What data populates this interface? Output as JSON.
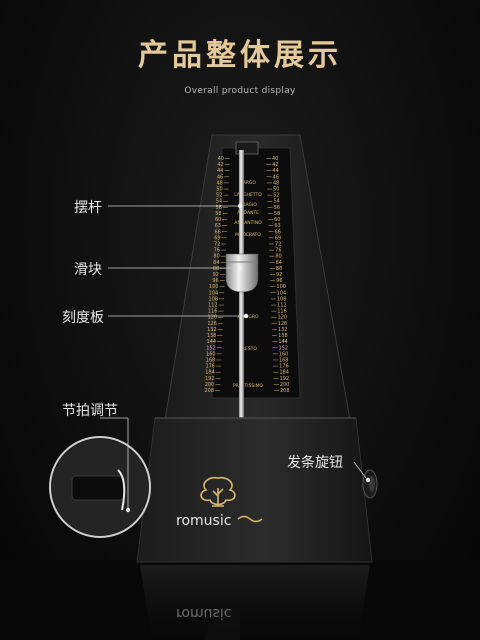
{
  "header": {
    "title": "产品整体展示",
    "subtitle": "Overall product display"
  },
  "callouts": {
    "pendulum": "摆杆",
    "slider": "滑块",
    "scale": "刻度板",
    "beat_adjust": "节拍调节",
    "knob": "发条旋钮"
  },
  "scale": {
    "left_numbers": [
      "40",
      "42",
      "44",
      "46",
      "48",
      "50",
      "52",
      "54",
      "56",
      "58",
      "60",
      "63",
      "66",
      "69",
      "72",
      "76",
      "80",
      "84",
      "88",
      "92",
      "96",
      "100",
      "104",
      "108",
      "112",
      "116",
      "120",
      "126",
      "132",
      "138",
      "144",
      "152",
      "160",
      "168",
      "176",
      "184",
      "192",
      "200",
      "208"
    ],
    "tempo_terms": [
      "LARGO",
      "LARGHETTO",
      "ADAGIO",
      "ANDANTE",
      "ANDANTINO",
      "MODERATO",
      "ALLEGRO",
      "PRESTO",
      "PRESTISSIMO"
    ]
  },
  "brand": {
    "name": "romusic",
    "reflection_name": "romusic",
    "accent_color": "#e3c89a",
    "gold_color": "#d9b76b"
  }
}
